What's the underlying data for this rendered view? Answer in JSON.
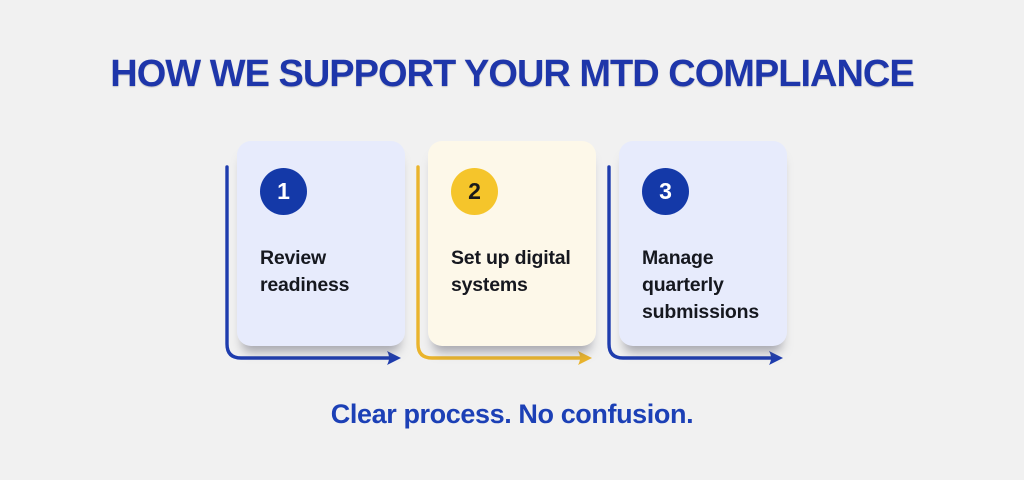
{
  "colors": {
    "page_bg": "#f1f1f1",
    "title": "#1e36aa",
    "tagline": "#1c40b6",
    "card_text": "#16181f"
  },
  "header": {
    "title": "HOW WE SUPPORT YOUR MTD COMPLIANCE"
  },
  "steps": [
    {
      "number": "1",
      "label": "Review readiness",
      "card_bg": "#e7ebfc",
      "circle_bg": "#1439a8",
      "circle_text": "#ffffff",
      "arrow_color": "#1e3cae"
    },
    {
      "number": "2",
      "label": "Set up digital systems",
      "card_bg": "#fdf8e9",
      "circle_bg": "#f5c52b",
      "circle_text": "#1a1a1a",
      "arrow_color": "#eab42c"
    },
    {
      "number": "3",
      "label": "Manage quarterly submissions",
      "card_bg": "#e7ebfc",
      "circle_bg": "#1439a8",
      "circle_text": "#ffffff",
      "arrow_color": "#1e3cae"
    }
  ],
  "footer": {
    "tagline": "Clear process. No confusion."
  }
}
